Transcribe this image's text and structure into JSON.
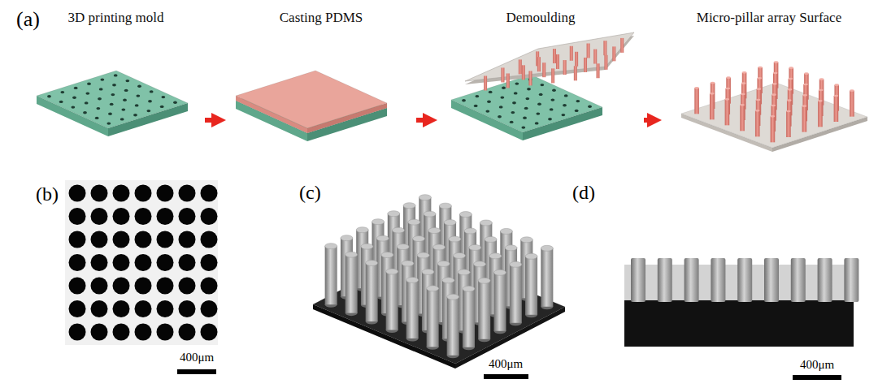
{
  "diagram": {
    "nodes": [
      {
        "text": [
          "3D printing mold"
        ]
      },
      {
        "text": [
          "Casting PDMS"
        ]
      },
      {
        "text": [
          "Demoulding"
        ]
      },
      {
        "text": [
          "Micro-pillar array Surface"
        ]
      }
    ],
    "edges": [
      {
        "from": 0,
        "to": 1,
        "arrow": "to"
      },
      {
        "from": 1,
        "to": 2,
        "arrow": "to"
      },
      {
        "from": 2,
        "to": 3,
        "arrow": "to"
      }
    ],
    "labels": [
      "(a)",
      "(b)",
      "(c)",
      "(d)",
      "400μm",
      "400μm",
      "400μm"
    ]
  }
}
